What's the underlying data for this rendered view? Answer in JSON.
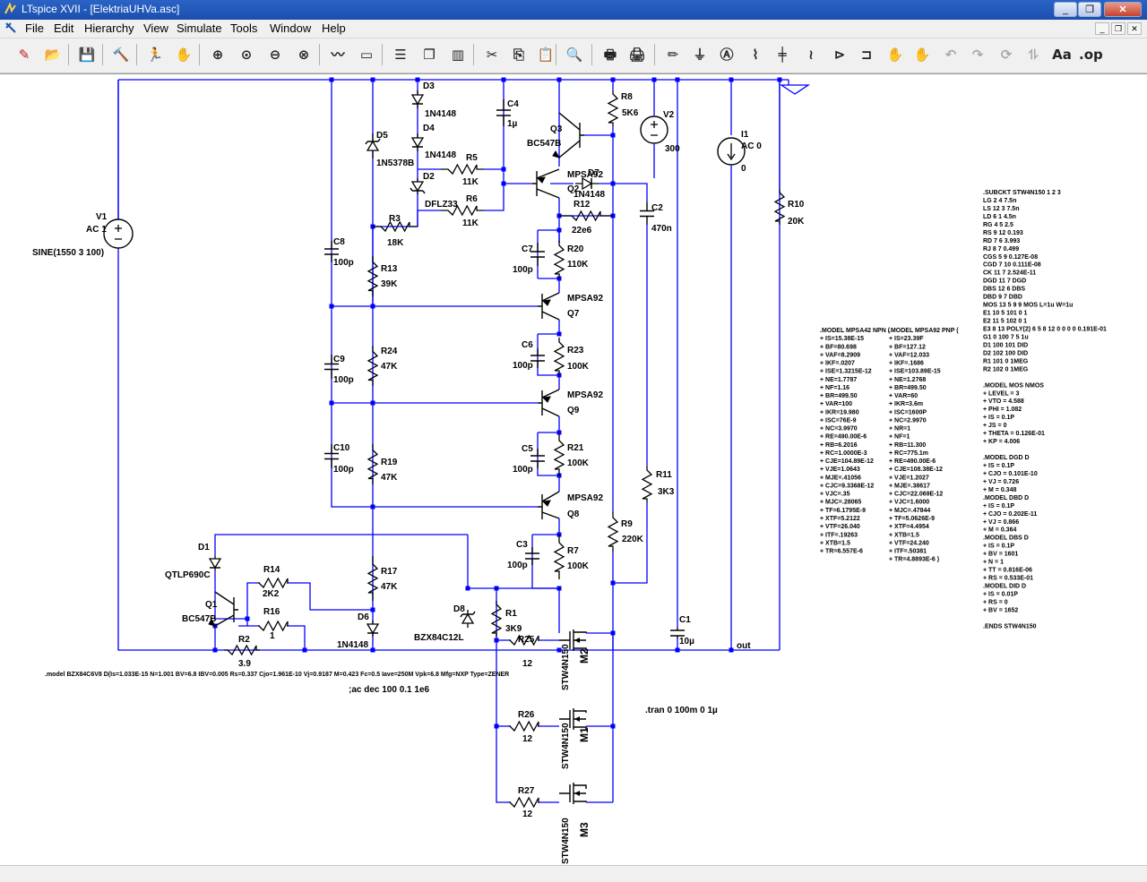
{
  "window": {
    "title": "LTspice XVII - [ElektriaUHVa.asc]",
    "controls": {
      "minimize": "_",
      "restore": "❐",
      "close": "✕"
    },
    "mdi_controls": {
      "minimize": "_",
      "restore": "❐",
      "close": "✕"
    }
  },
  "menu": [
    "File",
    "Edit",
    "Hierarchy",
    "View",
    "Simulate",
    "Tools",
    "Window",
    "Help"
  ],
  "toolbar": {
    "icons": [
      "new-schematic-icon",
      "open-icon",
      "save-icon",
      "control-panel-icon",
      "run-icon",
      "halt-icon",
      "zoom-in-icon",
      "zoom-pan-icon",
      "zoom-out-icon",
      "zoom-fit-icon",
      "autorange-icon",
      "pick-visible-icon",
      "tile-horizontal-icon",
      "cascade-icon",
      "tile-vertical-icon",
      "cut-icon",
      "copy-icon",
      "paste-icon",
      "find-icon",
      "print-icon",
      "print-setup-icon",
      "draw-wire-icon",
      "ground-icon",
      "label-net-icon",
      "resistor-icon",
      "capacitor-icon",
      "inductor-icon",
      "diode-icon",
      "component-icon",
      "move-icon",
      "drag-icon",
      "undo-icon",
      "redo-icon",
      "rotate-icon",
      "mirror-icon",
      "text-icon",
      "spice-directive-icon"
    ]
  },
  "schematic": {
    "components": {
      "V1": {
        "name": "V1",
        "type": "AC 1",
        "value": "SINE(1550 3 100)"
      },
      "V2": {
        "name": "V2",
        "value": "300"
      },
      "I1": {
        "name": "I1",
        "type": "AC 0",
        "value": "0"
      },
      "D1": {
        "name": "D1",
        "value": "QTLP690C"
      },
      "D2": {
        "name": "D2",
        "value": "DFLZ33"
      },
      "D3": {
        "name": "D3",
        "value": "1N4148"
      },
      "D4": {
        "name": "D4",
        "value": "1N4148"
      },
      "D5": {
        "name": "D5",
        "value": "1N5378B"
      },
      "D6": {
        "name": "D6",
        "value": "1N4148"
      },
      "D7": {
        "name": "D7",
        "value": "1N4148"
      },
      "D8": {
        "name": "D8",
        "value": "BZX84C12L"
      },
      "Q1": {
        "name": "Q1",
        "value": "BC547B"
      },
      "Q2": {
        "name": "Q2",
        "value": "MPSA92"
      },
      "Q3": {
        "name": "Q3",
        "value": "BC547B"
      },
      "Q7": {
        "name": "Q7",
        "value": "MPSA92"
      },
      "Q8": {
        "name": "Q8",
        "value": "MPSA92"
      },
      "Q9": {
        "name": "Q9",
        "value": "MPSA92"
      },
      "M1": {
        "name": "M1",
        "value": "STW4N150"
      },
      "M2": {
        "name": "M2",
        "value": "STW4N150"
      },
      "M3": {
        "name": "M3",
        "value": "STW4N150"
      },
      "C1": {
        "name": "C1",
        "value": "10µ"
      },
      "C2": {
        "name": "C2",
        "value": "470n"
      },
      "C3": {
        "name": "C3",
        "value": "100p"
      },
      "C4": {
        "name": "C4",
        "value": "1µ"
      },
      "C5": {
        "name": "C5",
        "value": "100p"
      },
      "C6": {
        "name": "C6",
        "value": "100p"
      },
      "C7": {
        "name": "C7",
        "value": "100p"
      },
      "C8": {
        "name": "C8",
        "value": "100p"
      },
      "C9": {
        "name": "C9",
        "value": "100p"
      },
      "C10": {
        "name": "C10",
        "value": "100p"
      },
      "R1": {
        "name": "R1",
        "value": "3K9"
      },
      "R2": {
        "name": "R2",
        "value": "3.9"
      },
      "R3": {
        "name": "R3",
        "value": "18K"
      },
      "R5": {
        "name": "R5",
        "value": "11K"
      },
      "R6": {
        "name": "R6",
        "value": "11K"
      },
      "R7": {
        "name": "R7",
        "value": "100K"
      },
      "R8": {
        "name": "R8",
        "value": "5K6"
      },
      "R9": {
        "name": "R9",
        "value": "220K"
      },
      "R10": {
        "name": "R10",
        "value": "20K"
      },
      "R11": {
        "name": "R11",
        "value": "3K3"
      },
      "R12": {
        "name": "R12",
        "value": "22e6"
      },
      "R13": {
        "name": "R13",
        "value": "39K"
      },
      "R14": {
        "name": "R14",
        "value": "2K2"
      },
      "R16": {
        "name": "R16",
        "value": "1"
      },
      "R17": {
        "name": "R17",
        "value": "47K"
      },
      "R19": {
        "name": "R19",
        "value": "47K"
      },
      "R20": {
        "name": "R20",
        "value": "110K"
      },
      "R21": {
        "name": "R21",
        "value": "100K"
      },
      "R23": {
        "name": "R23",
        "value": "100K"
      },
      "R24": {
        "name": "R24",
        "value": "47K"
      },
      "R25": {
        "name": "R25",
        "value": "12"
      },
      "R26": {
        "name": "R26",
        "value": "12"
      },
      "R27": {
        "name": "R27",
        "value": "12"
      }
    },
    "net_label_out": "out",
    "directives": {
      "zener_model": ".model BZX84C6V8 D(Is=1.033E-15 N=1.001 BV=6.8 IBV=0.005 Rs=0.337 Cjo=1.961E-10 Vj=0.9187 M=0.423 Fc=0.5 Iave=250M Vpk=6.8 Mfg=NXP Type=ZENER",
      "ac": ";ac dec 100 0.1 1e6",
      "tran": ".tran 0 100m 0 1µ",
      "mpsa42_model": [
        ".MODEL MPSA42 NPN (",
        "+ IS=15.38E-15",
        "+ BF=80.698",
        "+ VAF=8.2909",
        "+ IKF=.0207",
        "+ ISE=1.3215E-12",
        "+ NE=1.7787",
        "+ NF=1.16",
        "+ BR=499.50",
        "+ VAR=100",
        "+ IKR=19.980",
        "+ ISC=76E-9",
        "+ NC=3.9970",
        "+ RE=490.00E-6",
        "+ RB=6.2016",
        "+ RC=1.0000E-3",
        "+ CJE=104.89E-12",
        "+ VJE=1.0643",
        "+ MJE=.41056",
        "+ CJC=9.3368E-12",
        "+ VJC=.35",
        "+ MJC=.28065",
        "+ TF=6.1795E-9",
        "+ XTF=5.2122",
        "+ VTF=26.040",
        "+ ITF=.19263",
        "+ XTB=1.5",
        "+ TR=6.557E-6"
      ],
      "mpsa92_model": [
        ".MODEL MPSA92 PNP (",
        "+ IS=23.39F",
        "+ BF=127.12",
        "+ VAF=12.033",
        "+ IKF=.1686",
        "+ ISE=103.89E-15",
        "+ NE=1.2768",
        "+ BR=499.50",
        "+ VAR=60",
        "+ IKR=3.6m",
        "+ ISC=1600P",
        "+ NC=2.9970",
        "+ NR=1",
        "+ NF=1",
        "+ RB=11.300",
        "+ RC=775.1m",
        "+ RE=490.00E-6",
        "+ CJE=108.38E-12",
        "+ VJE=1.2027",
        "+ MJE=.38617",
        "+ CJC=22.069E-12",
        "+ VJC=1.6000",
        "+ MJC=.47844",
        "+ TF=5.0626E-9",
        "+ XTF=4.4954",
        "+ XTB=1.5",
        "+ VTF=24.240",
        "+ ITF=.50381",
        "+ TR=4.8893E-6 )"
      ],
      "subckt": [
        ".SUBCKT STW4N150 1 2 3",
        "LG 2 4  7.5n",
        "LS 12 3 7.5n",
        "LD 6 1  4.5n",
        "RG 4 5  2.5",
        "RS 9 12 0.193",
        "RD 7 6  3.993",
        "RJ 8 7  0.499",
        "CGS 5 9   0.127E-08",
        "CGD 7 10  0.111E-08",
        "CK  11 7  2.524E-11",
        "DGD 11 7 DGD",
        "DBS 12 6 DBS",
        "DBD  9 7 DBD",
        "MOS  13 5 9 9 MOS L=1u W=1u",
        "E1  10 5 101 0 1",
        "E2  11 5 102 0 1",
        "E3  8 13 POLY(2) 6 5 8 12 0 0 0 0  0.191E-01",
        "G1  0 100 7 5 1u",
        "D1  100 101  DID",
        "D2  102 100  DID",
        "R1  101 0  1MEG",
        "R2  102 0  1MEG",
        "",
        ".MODEL MOS NMOS",
        "+ LEVEL = 3",
        "+ VTO    = 4.588",
        "+ PHI    = 1.082",
        "+ IS      = 0.1P",
        "+ JS      = 0",
        "+ THETA = 0.126E-01",
        "+ KP    = 4.006",
        "",
        ".MODEL DGD D",
        "+ IS     = 0.1P",
        "+ CJO    = 0.101E-10",
        "+ VJ     = 0.726",
        "+ M      = 0.348",
        ".MODEL DBD D",
        "+ IS     = 0.1P",
        "+ CJO    = 0.202E-11",
        "+ VJ     = 0.866",
        "+ M      = 0.364",
        ".MODEL DBS D",
        "+ IS     = 0.1P",
        "+ BV     = 1601",
        "+ N      = 1",
        "+ TT     = 0.816E-06",
        "+ RS     = 0.533E-01",
        ".MODEL DID D",
        "+ IS     = 0.01P",
        "+ RS     = 0",
        "+ BV     = 1652",
        "",
        ".ENDS STW4N150"
      ]
    }
  },
  "colors": {
    "titlebar": "#2a63c6",
    "wire": "#0000ff",
    "component": "#000000",
    "junction": "#0000ff"
  }
}
